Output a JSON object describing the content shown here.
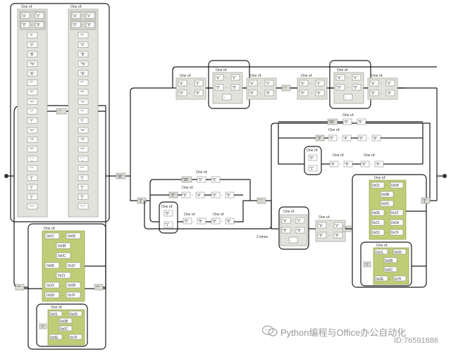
{
  "labels": {
    "one_of": "One of:",
    "two_times": "2 times"
  },
  "tokens": {
    "a": "\"a\"",
    "z": "\"z\"",
    "zero": "\"0\"",
    "nine": "\"9\"",
    "dash": "-",
    "at": "\"@\"",
    "dot": "\".\"",
    "lb": "\"[\"",
    "rb": "\"]\"",
    "colon": "\":\"",
    "one": "\"1\"",
    "two": "\"2\"",
    "four": "\"4\"",
    "five": "\"5\"",
    "twenty_five": "\"25\"",
    "dq": "\"\"\"",
    "bs": "\"\\\"",
    "apos": "\"'\"",
    "slash": "\"/\"",
    "dollar": "\"$\"",
    "pct": "\"%\"",
    "amp": "\"&\"",
    "hash": "\"#\"",
    "bang": "\"!\""
  },
  "char_list": [
    "\"!\"",
    "\"#\"",
    "\"$\"",
    "\"%\"",
    "\"&\"",
    "\"'\"",
    "\"*\"",
    "\"+\"",
    "\"-\"",
    "\"/\"",
    "\"=\"",
    "\"?\"",
    "\"^\"",
    "\"_\"",
    "\"`\"",
    "\"{\"",
    "\"|\"",
    "\"}\"",
    "\"~\""
  ],
  "hex": {
    "h01": "0x01",
    "h08": "0x08",
    "h0b": "0x0B",
    "h0c": "0x0C",
    "h0e": "0x0E",
    "h1f": "0x1F",
    "h21": "0x21",
    "h23": "0x23",
    "h5b": "0x5B",
    "h5d": "0x5D",
    "h7f": "0x7F",
    "h09": "0x09",
    "h5a": "0x5A",
    "h53": "0x53"
  },
  "watermark": {
    "title": "Python编程与Office办公自动化",
    "sub": "ID:76591686"
  }
}
